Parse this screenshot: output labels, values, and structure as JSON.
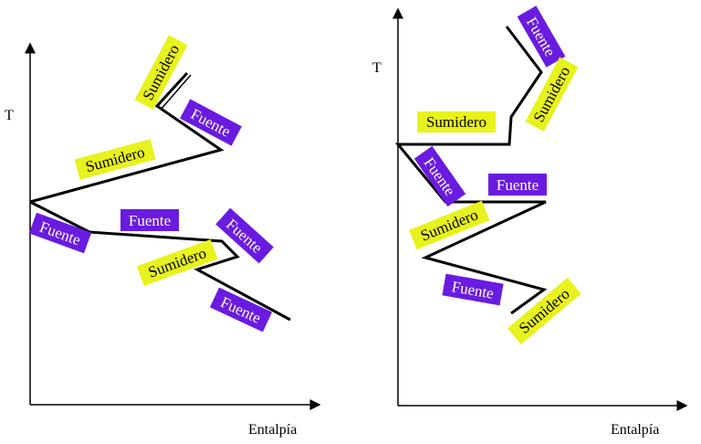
{
  "colors": {
    "fuente_bg": "#6a1be0",
    "fuente_text": "#ffffff",
    "sumidero_bg": "#e8f21c",
    "sumidero_text": "#000000",
    "line": "#000000"
  },
  "left": {
    "y_axis_label": "T",
    "x_axis_label": "Entalpía",
    "labels": {
      "sumidero_top": "Sumidero",
      "fuente_upper": "Fuente",
      "sumidero_mid": "Sumidero",
      "fuente_left": "Fuente",
      "fuente_center": "Fuente",
      "fuente_right": "Fuente",
      "sumidero_low": "Sumidero",
      "fuente_bottom": "Fuente"
    }
  },
  "right": {
    "y_axis_label": "T",
    "x_axis_label": "Entalpía",
    "labels": {
      "fuente_top": "Fuente",
      "sumidero_upper_right": "Sumidero",
      "sumidero_upper_left": "Sumidero",
      "fuente_diag": "Fuente",
      "fuente_mid": "Fuente",
      "sumidero_mid": "Sumidero",
      "fuente_low": "Fuente",
      "sumidero_bottom": "Sumidero"
    }
  }
}
